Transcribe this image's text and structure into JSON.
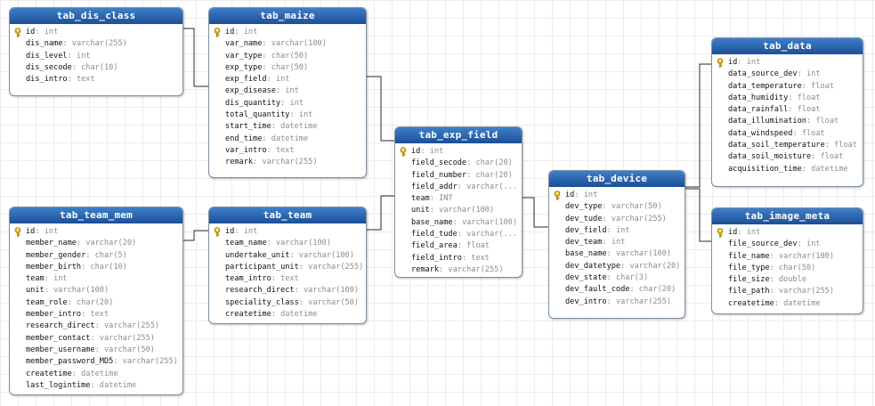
{
  "tables": [
    {
      "name": "tab_dis_class",
      "fields": [
        {
          "name": "id",
          "type": "int",
          "pk": true
        },
        {
          "name": "dis_name",
          "type": "varchar(255)"
        },
        {
          "name": "dis_level",
          "type": "int"
        },
        {
          "name": "dis_secode",
          "type": "char(10)"
        },
        {
          "name": "dis_intro",
          "type": "text"
        }
      ]
    },
    {
      "name": "tab_maize",
      "fields": [
        {
          "name": "id",
          "type": "int",
          "pk": true
        },
        {
          "name": "var_name",
          "type": "varchar(100)"
        },
        {
          "name": "var_type",
          "type": "char(50)"
        },
        {
          "name": "exp_type",
          "type": "char(50)"
        },
        {
          "name": "exp_field",
          "type": "int"
        },
        {
          "name": "exp_disease",
          "type": "int"
        },
        {
          "name": "dis_quantity",
          "type": "int"
        },
        {
          "name": "total_quantity",
          "type": "int"
        },
        {
          "name": "start_time",
          "type": "datetime"
        },
        {
          "name": "end_time",
          "type": "datetime"
        },
        {
          "name": "var_intro",
          "type": "text"
        },
        {
          "name": "remark",
          "type": "varchar(255)"
        }
      ]
    },
    {
      "name": "tab_exp_field",
      "fields": [
        {
          "name": "id",
          "type": "int",
          "pk": true
        },
        {
          "name": "field_secode",
          "type": "char(20)"
        },
        {
          "name": "field_number",
          "type": "char(20)"
        },
        {
          "name": "field_addr",
          "type": "varchar(..."
        },
        {
          "name": "team",
          "type": "INT"
        },
        {
          "name": "unit",
          "type": "varchar(100)"
        },
        {
          "name": "base_name",
          "type": "varchar(100)"
        },
        {
          "name": "field_tude",
          "type": "varchar(..."
        },
        {
          "name": "field_area",
          "type": "float"
        },
        {
          "name": "field_intro",
          "type": "text"
        },
        {
          "name": "remark",
          "type": "varchar(255)"
        }
      ]
    },
    {
      "name": "tab_device",
      "fields": [
        {
          "name": "id",
          "type": "int",
          "pk": true
        },
        {
          "name": "dev_type",
          "type": "varchar(50)"
        },
        {
          "name": "dev_tude",
          "type": "varchar(255)"
        },
        {
          "name": "dev_field",
          "type": "int"
        },
        {
          "name": "dev_team",
          "type": "int"
        },
        {
          "name": "base_name",
          "type": "varchar(100)"
        },
        {
          "name": "dev_datetype",
          "type": "varchar(20)"
        },
        {
          "name": "dev_state",
          "type": "char(3)"
        },
        {
          "name": "dev_fault_code",
          "type": "char(20)"
        },
        {
          "name": "dev_intro",
          "type": "varchar(255)"
        }
      ]
    },
    {
      "name": "tab_data",
      "fields": [
        {
          "name": "id",
          "type": "int",
          "pk": true
        },
        {
          "name": "data_source_dev",
          "type": "int"
        },
        {
          "name": "data_temperature",
          "type": "float"
        },
        {
          "name": "data_humidity",
          "type": "float"
        },
        {
          "name": "data_rainfall",
          "type": "float"
        },
        {
          "name": "data_illumination",
          "type": "float"
        },
        {
          "name": "data_windspeed",
          "type": "float"
        },
        {
          "name": "data_soil_temperature",
          "type": "float"
        },
        {
          "name": "data_soil_moisture",
          "type": "float"
        },
        {
          "name": "acquisition_time",
          "type": "datetime"
        }
      ]
    },
    {
      "name": "tab_image_meta",
      "fields": [
        {
          "name": "id",
          "type": "int",
          "pk": true
        },
        {
          "name": "file_source_dev",
          "type": "int"
        },
        {
          "name": "file_name",
          "type": "varchar(100)"
        },
        {
          "name": "file_type",
          "type": "char(50)"
        },
        {
          "name": "file_size",
          "type": "double"
        },
        {
          "name": "file_path",
          "type": "varchar(255)"
        },
        {
          "name": "createtime",
          "type": "datetime"
        }
      ]
    },
    {
      "name": "tab_team_mem",
      "fields": [
        {
          "name": "id",
          "type": "int",
          "pk": true
        },
        {
          "name": "member_name",
          "type": "varchar(20)"
        },
        {
          "name": "member_gender",
          "type": "char(5)"
        },
        {
          "name": "member_birth",
          "type": "char(10)"
        },
        {
          "name": "team",
          "type": "int"
        },
        {
          "name": "unit",
          "type": "varchar(100)"
        },
        {
          "name": "team_role",
          "type": "char(20)"
        },
        {
          "name": "member_intro",
          "type": "text"
        },
        {
          "name": "research_direct",
          "type": "varchar(255)"
        },
        {
          "name": "member_contact",
          "type": "varchar(255)"
        },
        {
          "name": "member_username",
          "type": "varchar(50)"
        },
        {
          "name": "member_password_MD5",
          "type": "varchar(255)"
        },
        {
          "name": "createtime",
          "type": "datetime"
        },
        {
          "name": "last_logintime",
          "type": "datetime"
        }
      ]
    },
    {
      "name": "tab_team",
      "fields": [
        {
          "name": "id",
          "type": "int",
          "pk": true
        },
        {
          "name": "team_name",
          "type": "varchar(100)"
        },
        {
          "name": "undertake_unit",
          "type": "varchar(100)"
        },
        {
          "name": "participant_unit",
          "type": "varchar(255)"
        },
        {
          "name": "team_intro",
          "type": "text"
        },
        {
          "name": "research_direct",
          "type": "varchar(100)"
        },
        {
          "name": "speciality_class",
          "type": "varchar(50)"
        },
        {
          "name": "createtime",
          "type": "datetime"
        }
      ]
    }
  ],
  "colors": {
    "header_top": "#3f7fc9",
    "header_bottom": "#1c4f96",
    "connector": "#2a2a2a",
    "key_icon": "#e8b923"
  }
}
